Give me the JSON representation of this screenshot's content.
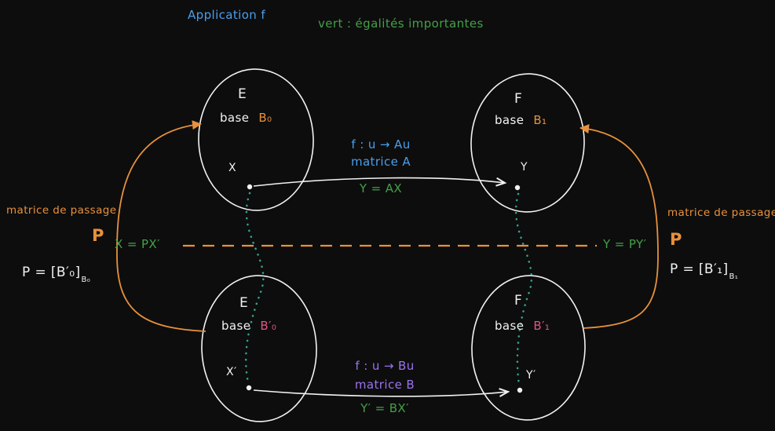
{
  "colors": {
    "bg": "#0d0d0d",
    "white": "#f2f2f2",
    "blue": "#4a9eed",
    "green": "#43a047",
    "orange": "#e8913c",
    "pink": "#e0567f",
    "purple": "#9b72ef",
    "teal": "#35a28d"
  },
  "header": {
    "app_label": "Application f",
    "legend_note": "vert : égalités importantes"
  },
  "ellipses": {
    "top_left": {
      "set": "E",
      "base_word": "base",
      "base_name": "B₀",
      "point": "X"
    },
    "top_right": {
      "set": "F",
      "base_word": "base",
      "base_name": "B₁",
      "point": "Y"
    },
    "bottom_left": {
      "set": "E",
      "base_word": "base",
      "base_name": "B′₀",
      "point": "X′"
    },
    "bottom_right": {
      "set": "F",
      "base_word": "base",
      "base_name": "B′₁",
      "point": "Y′"
    }
  },
  "maps": {
    "top": {
      "def": "f : u → Au",
      "matrix": "matrice A",
      "equation": "Y = AX"
    },
    "bottom": {
      "def": "f : u → Bu",
      "matrix": "matrice B",
      "equation": "Y′ = BX′"
    }
  },
  "passage": {
    "left": {
      "label": "matrice de passage",
      "symbol": "P",
      "equation": "X = PX′",
      "formula_main": "P = [B′₀]",
      "formula_sub": "B₀"
    },
    "right": {
      "label": "matrice de passage",
      "symbol": "P",
      "equation": "Y = PY′",
      "formula_main": "P = [B′₁]",
      "formula_sub": "B₁"
    }
  }
}
